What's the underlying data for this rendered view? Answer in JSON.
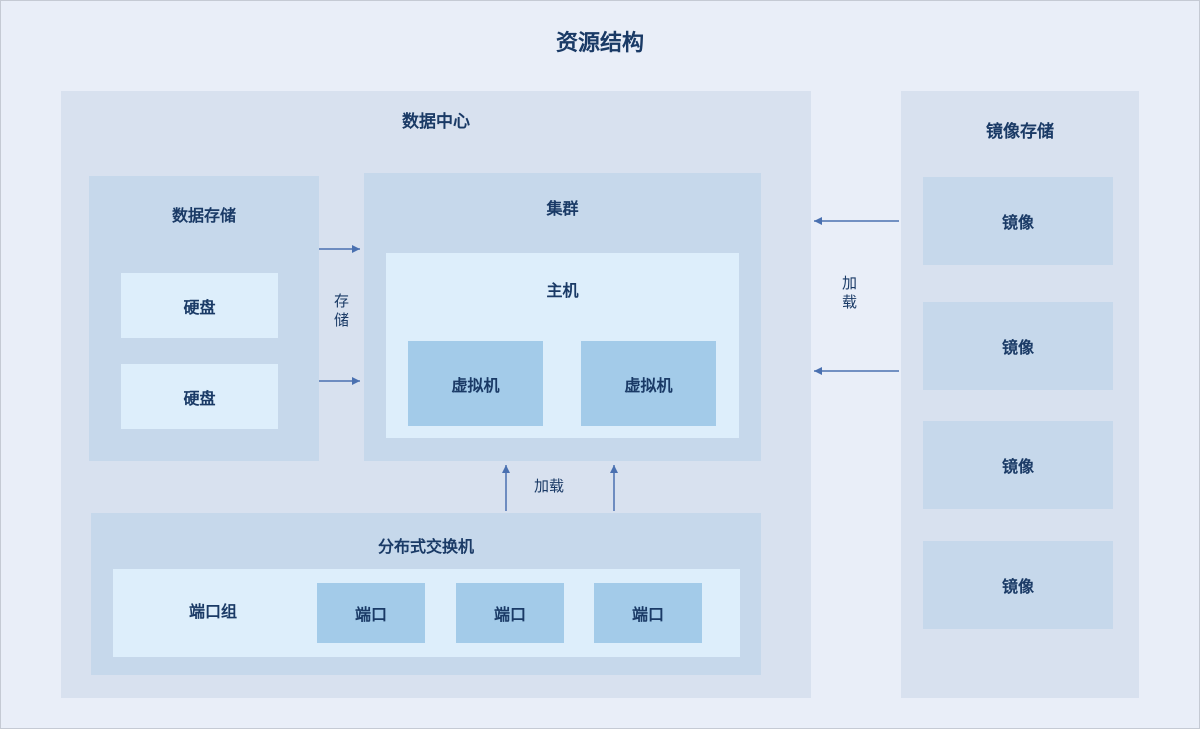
{
  "title": "资源结构",
  "colors": {
    "page_bg": "#e9eef8",
    "container_bg": "#d8e1ef",
    "panel_bg": "#c6d8eb",
    "light_bg": "#ddeefb",
    "item_bg": "#a3cbe9",
    "text": "#1a3a66",
    "arrow": "#4a70b0"
  },
  "data_center": {
    "label": "数据中心",
    "data_storage": {
      "label": "数据存储",
      "disks": [
        {
          "label": "硬盘"
        },
        {
          "label": "硬盘"
        }
      ]
    },
    "cluster": {
      "label": "集群",
      "host": {
        "label": "主机",
        "vms": [
          {
            "label": "虚拟机"
          },
          {
            "label": "虚拟机"
          }
        ]
      }
    },
    "switch": {
      "label": "分布式交换机",
      "port_group": {
        "label": "端口组",
        "ports": [
          {
            "label": "端口"
          },
          {
            "label": "端口"
          },
          {
            "label": "端口"
          }
        ]
      }
    }
  },
  "image_storage": {
    "label": "镜像存储",
    "images": [
      {
        "label": "镜像"
      },
      {
        "label": "镜像"
      },
      {
        "label": "镜像"
      },
      {
        "label": "镜像"
      }
    ]
  },
  "edge_labels": {
    "storage": "存储",
    "load_right": "加载",
    "load_bottom": "加载"
  }
}
